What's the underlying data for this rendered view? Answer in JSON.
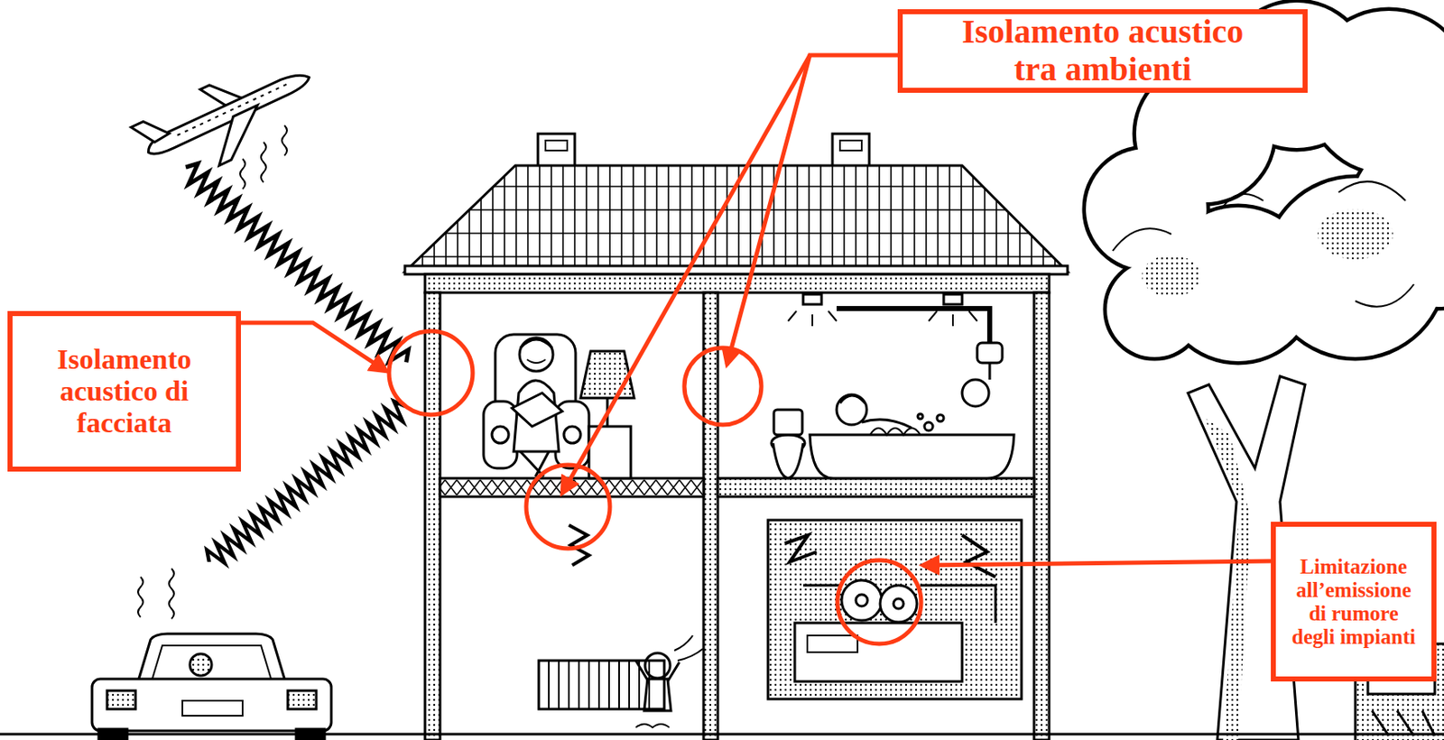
{
  "diagram": {
    "nodes": [
      {
        "text": [
          "Isolamento acustico tra ambienti"
        ]
      },
      {
        "text": [
          "Isolamento acustico di facciata"
        ]
      },
      {
        "text": [
          "Limitazione all’emissione di rumore degli impianti"
        ]
      }
    ]
  }
}
